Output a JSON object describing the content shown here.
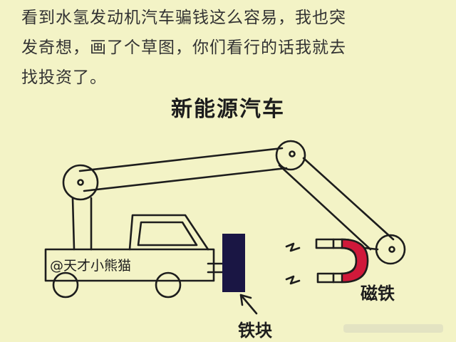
{
  "caption": {
    "line1": "看到水氢发动机汽车骗钱这么容易，我也突",
    "line2": "发奇想，画了个草图，你们看行的话我就去",
    "line3": "找投资了。"
  },
  "title": "新能源汽车",
  "labels": {
    "watermark": "@天才小熊猫",
    "magnet": "磁铁",
    "iron_block": "铁块"
  },
  "colors": {
    "background": "#f3f3c6",
    "ink": "#1d1d1d",
    "magnet_red": "#d0193a",
    "iron_block": "#1a1644"
  }
}
